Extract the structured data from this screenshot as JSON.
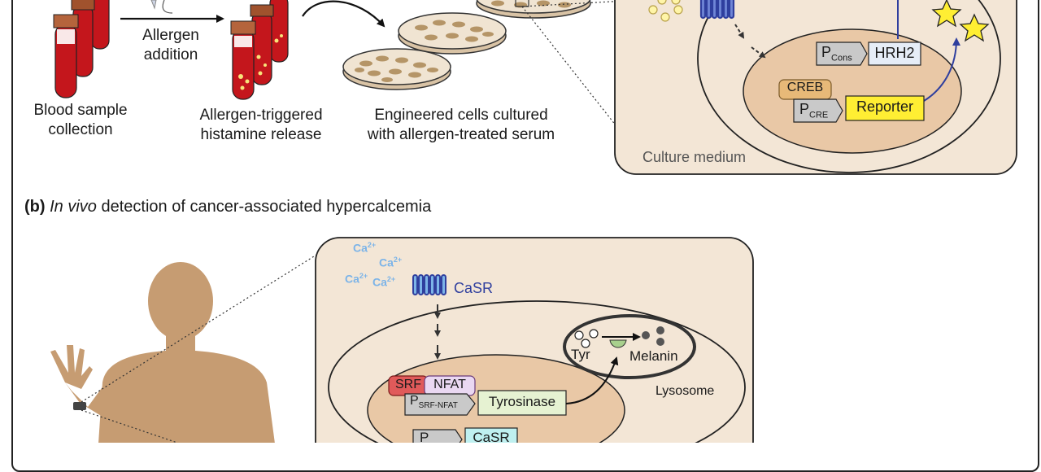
{
  "panel_a": {
    "arrow_label": [
      "Allergen",
      "addition"
    ],
    "step1_label": [
      "Blood sample",
      "collection"
    ],
    "step2_label": [
      "Allergen-triggered",
      "histamine release"
    ],
    "step3_label": [
      "Engineered cells cultured",
      "with allergen-treated serum"
    ],
    "inset": {
      "promoter_cons": "P",
      "promoter_cons_sub": "Cons",
      "gene_hrh2": "HRH2",
      "tf_creb": "CREB",
      "promoter_cre": "P",
      "promoter_cre_sub": "CRE",
      "gene_reporter": "Reporter",
      "medium_label": "Culture medium"
    }
  },
  "panel_b": {
    "title_letter": "(b)",
    "title_italic": "In vivo",
    "title_rest": " detection of cancer-associated hypercalcemia",
    "ions": [
      "Ca",
      "Ca",
      "Ca",
      "Ca"
    ],
    "ion_charge": "2+",
    "receptor_label": "CaSR",
    "tf_srf": "SRF",
    "tf_nfat": "NFAT",
    "promoter_srf": "P",
    "promoter_srf_sub": "SRF-NFAT",
    "gene_tyrosinase": "Tyrosinase",
    "tyr_label": "Tyr",
    "melanin_label": "Melanin",
    "lysosome_label": "Lysosome",
    "promoter_bottom": "P",
    "gene_casr_bottom": "CaSR"
  },
  "colors": {
    "cell_fill": "#f3e6d6",
    "nucleus_fill": "#e9c8a6",
    "reporter_yellow": "#ffee33",
    "hrh2_box": "#e6edf7",
    "tyrosinase_box": "#e6f2d2",
    "casr_box": "#bff0f0",
    "srf_box": "#e05a5a",
    "nfat_box": "#ead8f2",
    "creb_box": "#e7b978",
    "receptor_blue": "#2f3f9e",
    "ion_blue": "#7cb4e8",
    "blood_red": "#c4161c",
    "skin_tan": "#c69c72"
  }
}
